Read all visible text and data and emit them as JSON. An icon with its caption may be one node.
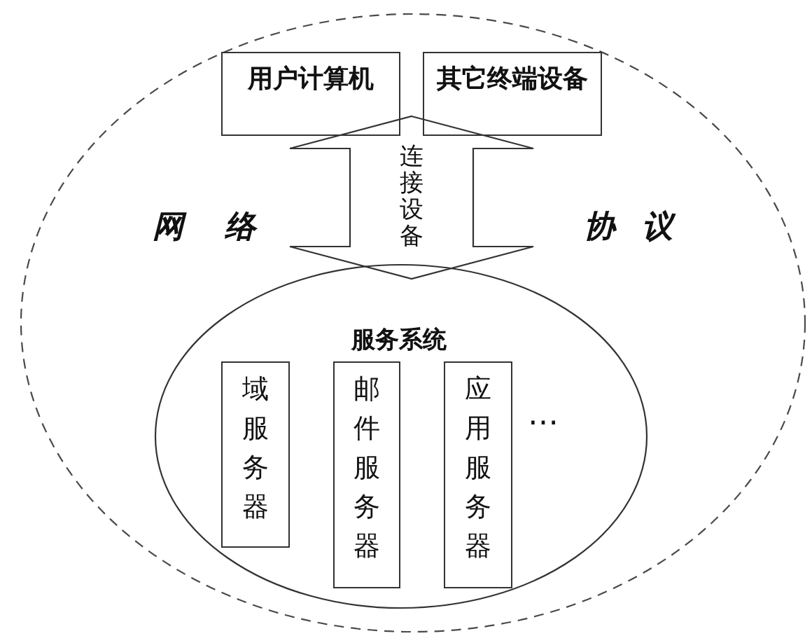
{
  "diagram": {
    "nodes": [
      {
        "text": [
          "网 络",
          "协 议"
        ]
      },
      {
        "text": [
          "用户计算机"
        ],
        "in": 0
      },
      {
        "text": [
          "其它终端设备"
        ],
        "in": 0
      },
      {
        "text": [
          "服务系统",
          "…"
        ],
        "in": 0
      },
      {
        "text": [
          "域服务器"
        ],
        "in": 3
      },
      {
        "text": [
          "邮件服务器"
        ],
        "in": 3
      },
      {
        "text": [
          "应用服务器"
        ],
        "in": 3
      }
    ],
    "edges": [
      {
        "from": 1,
        "to": 3,
        "arrow": "both",
        "style": "thick",
        "label": "连接设备"
      },
      {
        "from": 2,
        "to": 3,
        "arrow": "both",
        "style": "thick"
      }
    ]
  }
}
